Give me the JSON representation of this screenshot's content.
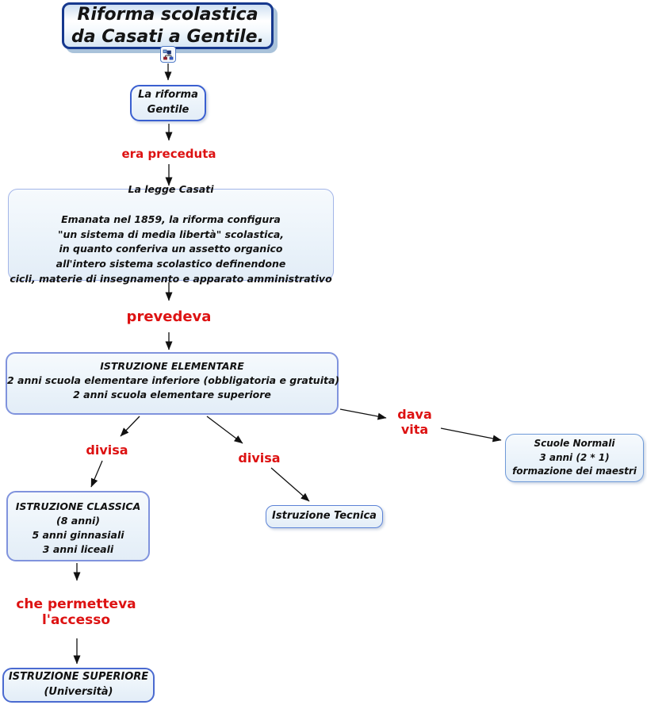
{
  "colors": {
    "accent_red": "#dd1212",
    "text_color": "#111111",
    "node_fill": "#e8f1f9",
    "node_border_light": "#9fb2e2",
    "node_border_periwinkle": "#8093dd",
    "node_border_blue": "#3a5fd0",
    "node_border_royal": "#4a6ad0",
    "node_border_sky": "#6f9ad8",
    "title_border": "#16388e",
    "arrow_color": "#111111"
  },
  "title_node": {
    "line1": "Riforma scolastica",
    "line2": "da Casati a Gentile."
  },
  "icons": {
    "hierarchy_icon": "org-chart"
  },
  "nodes": {
    "riforma_gentile": {
      "lines": [
        "La riforma",
        "Gentile"
      ]
    },
    "legge_casati": {
      "title": "La legge Casati",
      "body": [
        "Emanata nel 1859, la riforma configura",
        "\"un sistema di media libertà\" scolastica,",
        "in quanto conferiva un assetto organico",
        "all'intero sistema scolastico definendone",
        "cicli, materie di insegnamento e apparato amministrativo"
      ]
    },
    "istruzione_elementare": {
      "lines": [
        "ISTRUZIONE ELEMENTARE",
        "2 anni scuola elementare inferiore (obbligatoria e gratuita)",
        "2 anni scuola elementare superiore"
      ]
    },
    "istruzione_classica": {
      "lines": [
        "ISTRUZIONE CLASSICA",
        "(8 anni)",
        "5 anni ginnasiali",
        "3 anni liceali"
      ]
    },
    "istruzione_tecnica": {
      "lines": [
        "Istruzione Tecnica"
      ]
    },
    "scuole_normali": {
      "lines": [
        "Scuole Normali",
        "3 anni (2 * 1)",
        "formazione dei maestri"
      ]
    },
    "istruzione_superiore": {
      "lines": [
        "ISTRUZIONE SUPERIORE",
        "(Università)"
      ]
    }
  },
  "link_labels": {
    "era_preceduta": "era preceduta",
    "prevedeva": "prevedeva",
    "divisa_left": "divisa",
    "divisa_middle": "divisa",
    "dava_vita": [
      "dava",
      "vita"
    ],
    "che_permetteva": [
      "che permetteva",
      "l'accesso"
    ]
  }
}
